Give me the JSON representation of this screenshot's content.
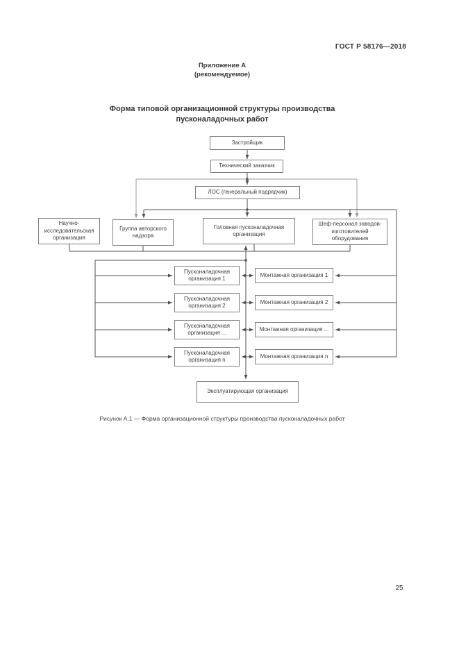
{
  "page": {
    "doc_code": "ГОСТ Р 58176—2018",
    "annex_label": "Приложение А",
    "annex_type": "(рекомендуемое)",
    "title": "Форма типовой организационной структуры производства пусконаладочных работ",
    "caption": "Рисунок А.1 — Форма организационной структуры производства пусконаладочных работ",
    "page_number": "25"
  },
  "diagram": {
    "type": "org-flowchart",
    "nodes": {
      "developer": "Застройщик",
      "technical_customer": "Технический заказчик",
      "los": "ЛОС (генеральный подрядчик)",
      "research_org": "Научно-исследовательская организация",
      "design_supervision": "Группа авторского надзора",
      "head_commissioning": "Головная пусконаладочная организация",
      "chief_personnel": "Шеф-персонал заводов-изготовителей оборудования",
      "commissioning_orgs": [
        "Пусконаладочная организация 1",
        "Пусконаладочная организация 2",
        "Пусконаладочная организация ...",
        "Пусконаладочная организация n"
      ],
      "installation_orgs": [
        "Монтажная организация 1",
        "Монтажная организация 2",
        "Монтажная организация ...",
        "Монтажная организация n"
      ],
      "operating_org": "Эксплуатирующая организация"
    },
    "colors": {
      "line_dark": "#4f4f4f",
      "line_light": "#9b9b9b",
      "box_border": "#7d7d7d",
      "text": "#3d3d3d"
    }
  }
}
